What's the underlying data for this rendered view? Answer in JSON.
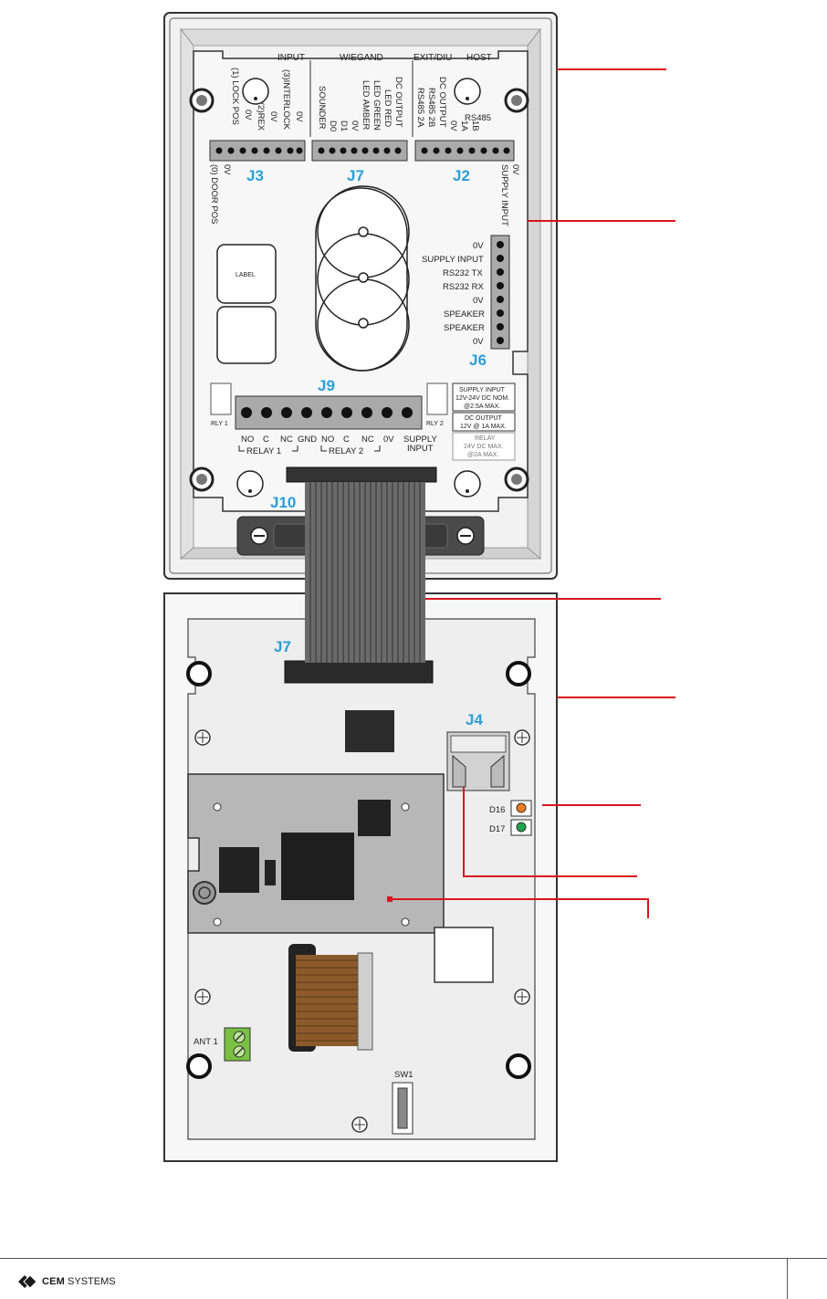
{
  "top_board": {
    "headers": {
      "input": "INPUT",
      "wiegand": "WIEGAND",
      "exit_diu": "EXIT/DIU",
      "host": "HOST"
    },
    "j3_pins": [
      "(1) LOCK POS",
      "0V",
      "(2)REX",
      "0V",
      "(3)INTERLOCK",
      "0V"
    ],
    "j3_bottom": [
      "0V",
      "(0) DOOR POS"
    ],
    "j7_pins": [
      "SOUNDER",
      "D0",
      "D1",
      "0V",
      "LED AMBER",
      "LED GREEN",
      "LED RED",
      "DC OUTPUT"
    ],
    "j2_pins": [
      "RS485 2A",
      "RS485 2B",
      "DC OUTPUT",
      "0V",
      "1A",
      "1B"
    ],
    "rs485": "RS485",
    "j2_bottom": [
      "0V",
      "SUPPLY INPUT"
    ],
    "j6_pins": [
      "0V",
      "SUPPLY INPUT",
      "RS232 TX",
      "RS232 RX",
      "0V",
      "SPEAKER",
      "SPEAKER",
      "0V"
    ],
    "label_box": "LABEL",
    "connectors": {
      "j3": "J3",
      "j7": "J7",
      "j2": "J2",
      "j6": "J6",
      "j9": "J9",
      "j10": "J10"
    },
    "rly1": "RLY 1",
    "rly2": "RLY 2",
    "j9_pins": [
      "NO",
      "C",
      "NC",
      "GND",
      "NO",
      "C",
      "NC",
      "0V",
      "SUPPLY",
      "INPUT"
    ],
    "relay1_group": "RELAY 1",
    "relay2_group": "RELAY 2",
    "spec_supply": [
      "SUPPLY INPUT",
      "12V-24V DC NOM.",
      "@2.5A MAX."
    ],
    "spec_dc": [
      "DC OUTPUT",
      "12V @ 1A MAX."
    ],
    "spec_relay": [
      "RELAY",
      "24V DC MAX.",
      "@2A MAX."
    ]
  },
  "bottom_board": {
    "connectors": {
      "j7": "J7",
      "j4": "J4"
    },
    "leds": [
      {
        "label": "D16",
        "color": "#f07a20"
      },
      {
        "label": "D17",
        "color": "#1aa84a"
      }
    ],
    "ant": "ANT 1",
    "sw": "SW1"
  },
  "colors": {
    "callout": "#d9141e",
    "connector_label": "#2a9fd6",
    "ribbon": "#555555",
    "green_terminal": "#7ac143"
  },
  "footer": {
    "brand_bold": "CEM",
    "brand_rest": "SYSTEMS"
  }
}
